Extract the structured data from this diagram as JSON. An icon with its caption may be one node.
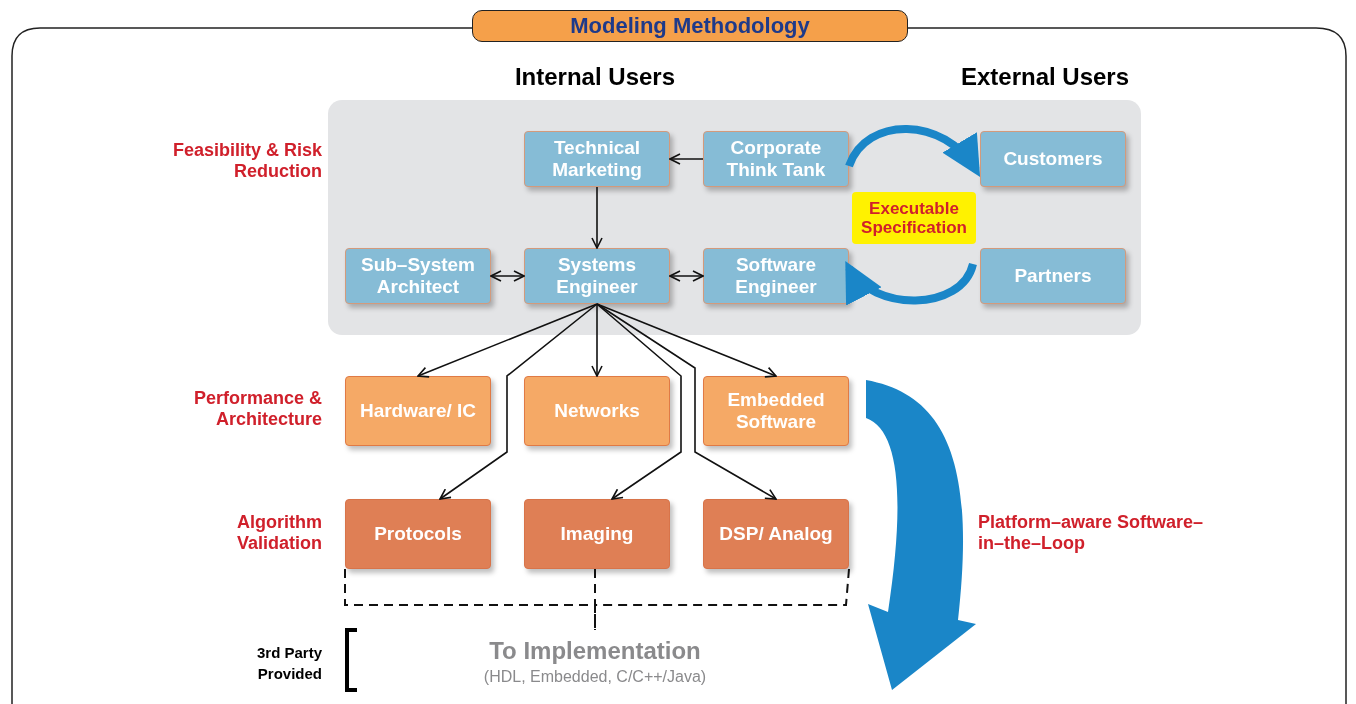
{
  "diagram": {
    "title": "Modeling Methodology",
    "nodes": [
      {
        "text": [],
        "shape": "box"
      },
      {
        "text": [
          "Technical Marketing"
        ],
        "in": 0
      },
      {
        "text": [
          "Corporate Think Tank"
        ],
        "in": 0
      },
      {
        "text": [
          "Customers"
        ],
        "in": 0
      },
      {
        "text": [
          "Executable Specification"
        ],
        "in": 0
      },
      {
        "text": [
          "Sub–System Architect"
        ],
        "in": 0
      },
      {
        "text": [
          "Systems Engineer"
        ],
        "in": 0
      },
      {
        "text": [
          "Software Engineer"
        ],
        "in": 0
      },
      {
        "text": [
          "Partners"
        ],
        "in": 0
      },
      {
        "text": [
          "Hardware/ IC"
        ]
      },
      {
        "text": [
          "Networks"
        ]
      },
      {
        "text": [
          "Embedded Software"
        ]
      },
      {
        "text": [
          "Protocols"
        ]
      },
      {
        "text": [
          "Imaging"
        ]
      },
      {
        "text": [
          "DSP/ Analog"
        ]
      },
      {
        "text": [
          "To Implementation",
          "(HDL, Embedded, C/C++/Java)"
        ]
      }
    ],
    "edges": [
      {
        "from": 2,
        "to": 1,
        "arrow": "to"
      },
      {
        "from": 2,
        "to": 3,
        "arrow": "to",
        "style": "thick",
        "color": "#1a86c8"
      },
      {
        "from": 1,
        "to": 6,
        "arrow": "to"
      },
      {
        "from": 6,
        "to": 5,
        "arrow": "both"
      },
      {
        "from": 6,
        "to": 7,
        "arrow": "both"
      },
      {
        "from": 8,
        "to": 7,
        "arrow": "to",
        "style": "thick",
        "color": "#1a86c8"
      },
      {
        "from": 6,
        "to": 9,
        "arrow": "to"
      },
      {
        "from": 6,
        "to": 12,
        "arrow": "to"
      },
      {
        "from": 6,
        "to": 10,
        "arrow": "to"
      },
      {
        "from": 6,
        "to": 13,
        "arrow": "to"
      },
      {
        "from": 6,
        "to": 14,
        "arrow": "to"
      },
      {
        "from": 6,
        "to": 11,
        "arrow": "to"
      },
      {
        "from": 12,
        "to": 15,
        "arrow": "none",
        "style": "dashed"
      },
      {
        "from": 13,
        "to": 15,
        "arrow": "none",
        "style": "dashed"
      },
      {
        "from": 14,
        "to": 15,
        "arrow": "none",
        "style": "dashed"
      }
    ],
    "labels": [
      "Internal Users",
      "External Users",
      "Feasibility & Risk Reduction",
      "Performance & Architecture",
      "Algorithm Validation",
      "Platform–aware Software–in–the–Loop",
      "3rd Party Provided"
    ]
  }
}
